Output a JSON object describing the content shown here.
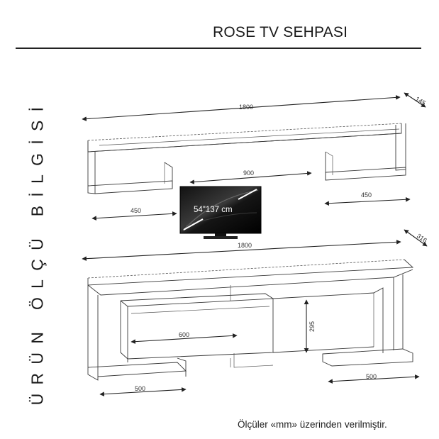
{
  "header": {
    "title": "ROSE TV SEHPASI",
    "side_title": "ÜRÜN ÖLÇÜ BİLGİSİ"
  },
  "upper_unit": {
    "width": "1800",
    "depth": "145",
    "inner_span": "900",
    "left_shelf": "450",
    "right_shelf": "450"
  },
  "tv": {
    "size_label": "54\"137 cm"
  },
  "lower_unit": {
    "width": "1800",
    "depth": "316",
    "drawer_width": "600",
    "height": "295",
    "left_section": "500",
    "right_section": "500"
  },
  "footer": {
    "note": "Ölçüler «mm» üzerinden verilmiştir."
  }
}
